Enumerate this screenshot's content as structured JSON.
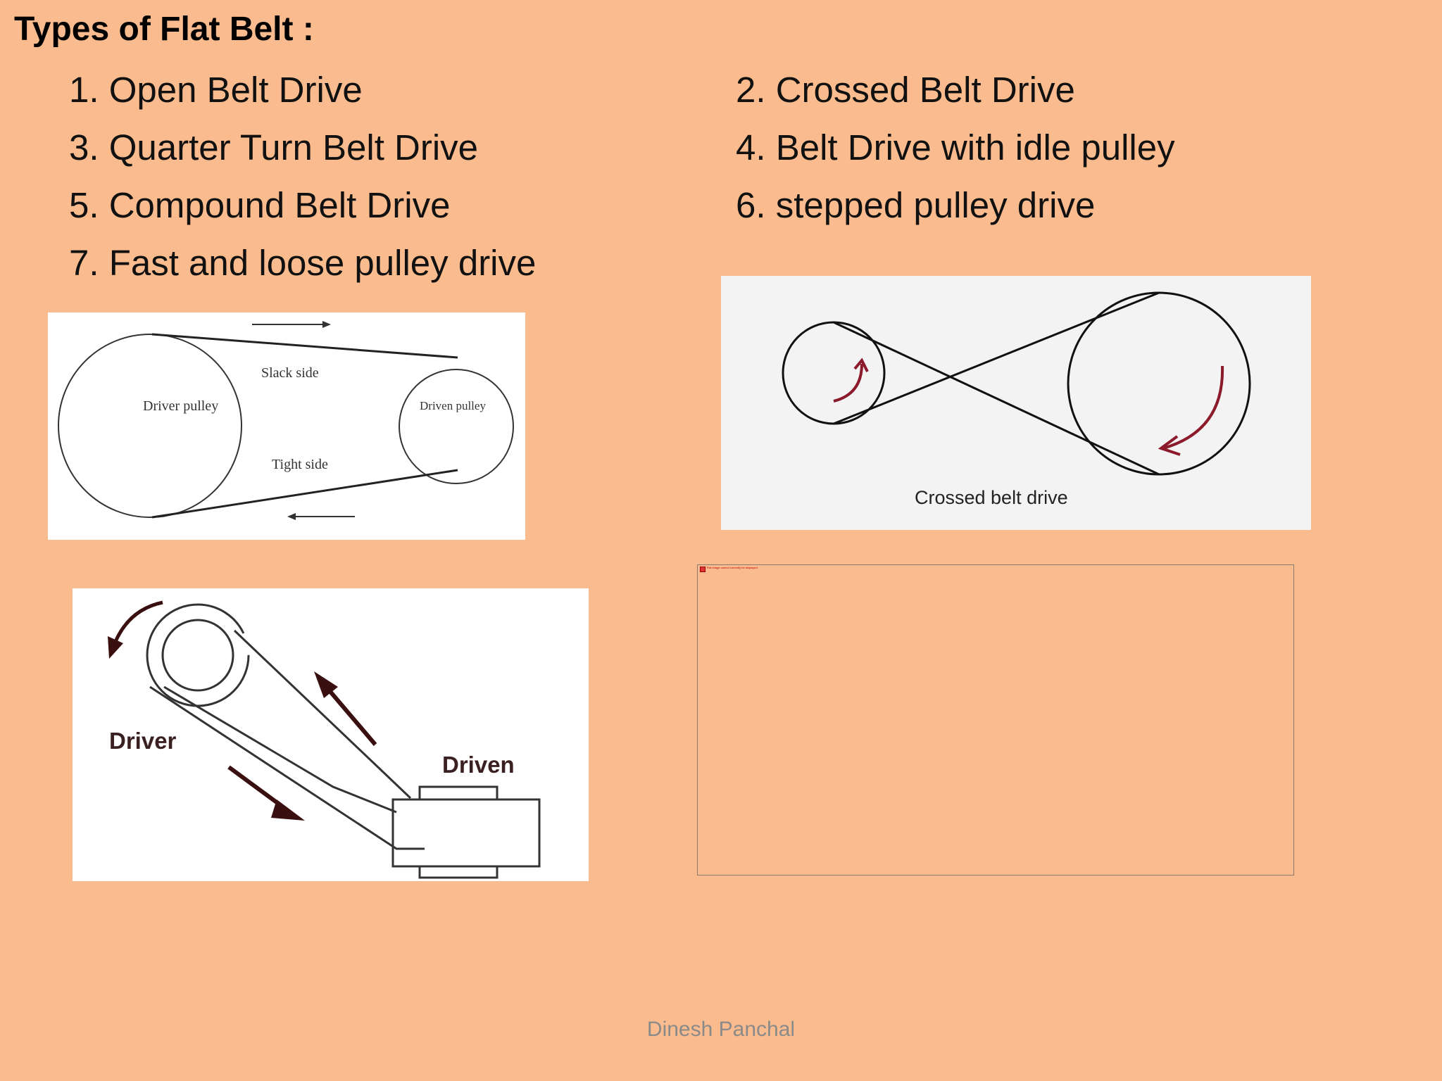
{
  "slide": {
    "title": "Types of Flat Belt :",
    "items": [
      "1.  Open Belt Drive",
      "2. Crossed Belt Drive",
      "3. Quarter Turn Belt Drive",
      "4. Belt Drive with idle pulley",
      "5. Compound Belt Drive",
      "6. stepped pulley drive",
      "7. Fast and loose pulley drive"
    ],
    "footer": "Dinesh Panchal"
  },
  "figures": {
    "open_belt": {
      "driver_label": "Driver pulley",
      "driven_label": "Driven pulley",
      "slack_label": "Slack side",
      "tight_label": "Tight side"
    },
    "crossed_belt": {
      "caption": "Crossed belt drive",
      "arrow_color": "#8B1A2B"
    },
    "quarter_turn": {
      "driver_label": "Driver",
      "driven_label": "Driven",
      "arrow_color": "#3A0F0F"
    },
    "missing_image": {
      "message": "This image cannot currently be displayed."
    }
  }
}
